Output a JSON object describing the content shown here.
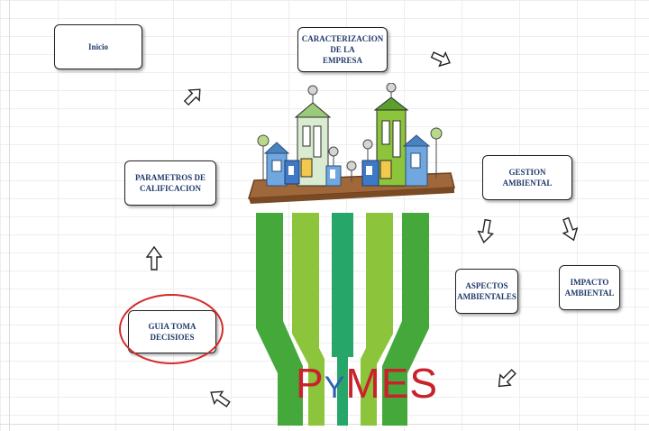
{
  "diagram": {
    "nodes": {
      "inicio": "Inicio",
      "caracterizacion": "CARACTERIZACION DE LA\nEMPRESA",
      "parametros": "PARAMETROS DE\nCALIFICACION",
      "gestion": "GESTION AMBIENTAL",
      "aspectos": "ASPECTOS\nAMBIENTALES",
      "impacto": "IMPACTO\nAMBIENTAL",
      "guia": "GUIA TOMA DECISIOES"
    },
    "logo": {
      "p": "P",
      "y": "Y",
      "mes": "MES"
    },
    "highlight_color": "#d42a2a",
    "node_text_color": "#1f3a6b",
    "bar_colors": [
      "#45a83a",
      "#8cc43c",
      "#27a66a",
      "#8cc43c",
      "#45a83a"
    ]
  }
}
